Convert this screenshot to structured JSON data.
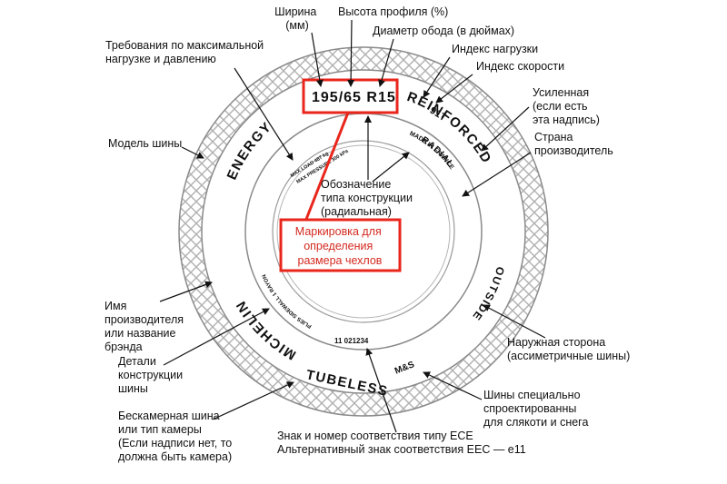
{
  "labels": {
    "width": [
      "Ширина",
      "(мм)"
    ],
    "profile": "Высота профиля (%)",
    "rim": "Диаметр обода (в дюймах)",
    "load_index": "Индекс нагрузки",
    "speed_index": "Индекс скорости",
    "max_load": [
      "Требования по максимальной",
      "нагрузке и давлению"
    ],
    "reinforced": [
      "Усиленная",
      "(если есть",
      "эта надпись)"
    ],
    "country": [
      "Страна",
      "производитель"
    ],
    "model": "Модель шины",
    "construction": [
      "Обозначение",
      "типа конструкции",
      "(радиальная)"
    ],
    "manufacturer": [
      "Имя",
      "производителя",
      "или название",
      "брэнда"
    ],
    "outside": [
      "Наружная сторона",
      "(ассиметричные шины)"
    ],
    "construction_details": [
      "Детали",
      "конструкции",
      "шины"
    ],
    "ms": [
      "Шины специально",
      "спроектированны",
      "для  слякоти и снега"
    ],
    "tubeless": [
      "Бескамерная шина",
      "или тип камеры",
      "(Если надписи нет, то",
      "должна быть камера)"
    ],
    "ece": [
      "Знак и номер соответствия типу ECE",
      "Альтернативный знак соответствия ЕЕС — е11"
    ]
  },
  "callout": [
    "Маркировка для",
    "определения",
    "размера чехлов"
  ],
  "tyre": {
    "size": "195/65 R15",
    "load_speed": "91T",
    "radial": "RADIAL",
    "reinforced": "REINFORCED",
    "made_in": "MADE IN FRANCE",
    "outside": "OUTSIDE",
    "ms": "M&S",
    "ece_number": "11 021234",
    "tubeless": "TUBELESS",
    "plies": "PLIES SIDEWALL 1 RAYON",
    "brand": "MICHELIN",
    "model": "ENERGY",
    "max_load": "MAX LOAD 487 kg",
    "max_pressure": "MAX PRESSURE 300 kPa"
  },
  "colors": {
    "accent": "#e8261c",
    "callout_text": "#d42a20",
    "tread": "#9a9a9a",
    "line": "#111111"
  }
}
